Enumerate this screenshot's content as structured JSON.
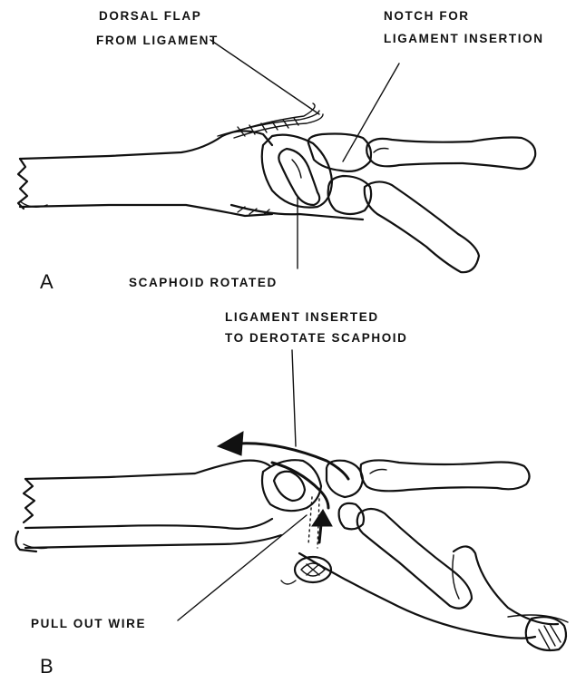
{
  "panel_a": {
    "letter": "A",
    "label_dorsal_line1": "DORSAL FLAP",
    "label_dorsal_line2": "FROM LIGAMENT",
    "label_notch_line1": "NOTCH FOR",
    "label_notch_line2": "LIGAMENT INSERTION",
    "label_scaphoid": "SCAPHOID ROTATED"
  },
  "panel_b": {
    "letter": "B",
    "label_ligament_line1": "LIGAMENT INSERTED",
    "label_ligament_line2": "TO DEROTATE SCAPHOID",
    "label_wire": "PULL OUT WIRE"
  }
}
